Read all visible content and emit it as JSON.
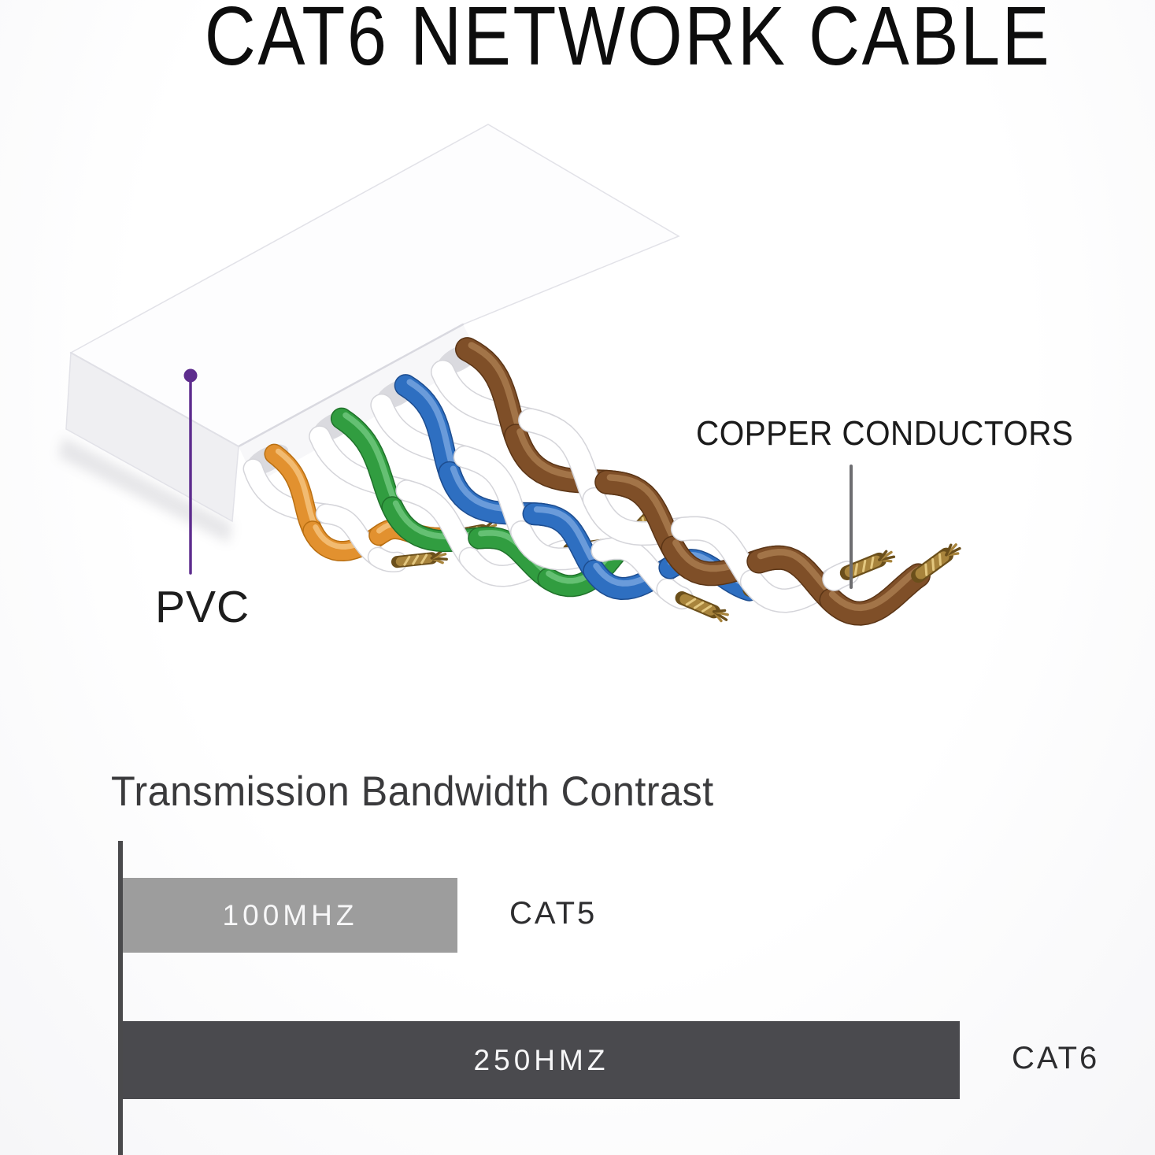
{
  "page_title": "CAT6 NETWORK CABLE",
  "diagram": {
    "pvc_label": "PVC",
    "copper_label": "COPPER CONDUCTORS",
    "pointer": {
      "pvc_color": "#5e2d8e",
      "copper_color": "#6e6e71"
    },
    "wires": {
      "white": {
        "main": "#ffffff",
        "dark": "#d5d5da",
        "light": "#ffffff"
      },
      "orange": {
        "main": "#e2912f",
        "dark": "#b96f12",
        "light": "#f4c27c"
      },
      "green": {
        "main": "#319d40",
        "dark": "#20722b",
        "light": "#6fc77d"
      },
      "blue": {
        "main": "#2e6fc1",
        "dark": "#1d4d90",
        "light": "#74a3de"
      },
      "brown": {
        "main": "#7f4f28",
        "dark": "#5b3516",
        "light": "#a87a4e"
      },
      "copper": {
        "main": "#a8843c",
        "dark": "#6b4f1b",
        "light": "#e3c77f"
      }
    },
    "jacket": {
      "top": "#fdfdfe",
      "front": "#efeff2",
      "cut": "#f7f7f9",
      "edge": "#e2e2e8"
    }
  },
  "chart_data": {
    "type": "bar",
    "orientation": "horizontal",
    "title": "Transmission Bandwidth Contrast",
    "categories": [
      "CAT5",
      "CAT6"
    ],
    "values": [
      100,
      250
    ],
    "unit": "MHz",
    "bar_labels": [
      "100MHZ",
      "250HMZ"
    ],
    "bar_colors": [
      "#9d9d9d",
      "#4a4a4e"
    ],
    "axis_color": "#4a4a4c",
    "xlim": [
      0,
      250
    ],
    "grid": false,
    "legend": false
  }
}
